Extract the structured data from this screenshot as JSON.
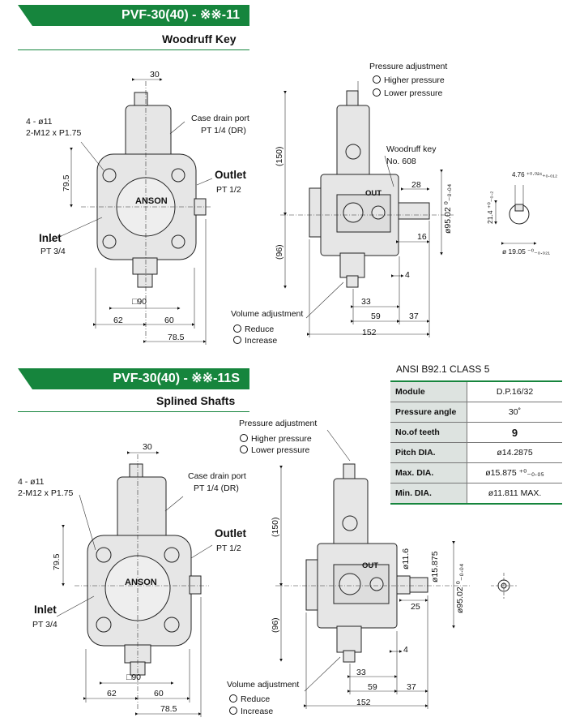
{
  "section1": {
    "title": "PVF-30(40) - ※※-11",
    "subtitle": "Woodruff Key",
    "brand": "ANSON",
    "out": "OUT",
    "pressure_adjustment": "Pressure adjustment",
    "higher_pressure": "Higher pressure",
    "lower_pressure": "Lower pressure",
    "case_drain_port": "Case drain port",
    "case_drain_size": "PT 1/4 (DR)",
    "bolt_holes": "4 - ø11",
    "thread": "2-M12 x P1.75",
    "outlet": "Outlet",
    "outlet_size": "PT 1/2",
    "inlet": "Inlet",
    "inlet_size": "PT 3/4",
    "woodruff_key": "Woodruff key",
    "woodruff_no": "No. 608",
    "volume_adjustment": "Volume adjustment",
    "reduce": "Reduce",
    "increase": "Increase",
    "dims": {
      "d30": "30",
      "d79_5": "79.5",
      "sq90": "□90",
      "d62": "62",
      "d60": "60",
      "d78_5": "78.5",
      "d150": "(150)",
      "d96": "(96)",
      "d28": "28",
      "d16": "16",
      "d4": "4",
      "d33": "33",
      "d59": "59",
      "d37": "37",
      "d152": "152",
      "dia95": "ø95.02 ⁰₋₀.₀₄",
      "key_w": "4.76 ⁺⁰·⁰²⁴₊₀.₀₁₂",
      "key_h": "21.4 ⁺⁰₋₀.₂",
      "shaft_dia": "ø 19.05 ⁻⁰₋₀.₀₂₁"
    }
  },
  "section2": {
    "title": "PVF-30(40) - ※※-11S",
    "subtitle": "Splined Shafts",
    "brand": "ANSON",
    "out": "OUT",
    "pressure_adjustment": "Pressure adjustment",
    "higher_pressure": "Higher pressure",
    "lower_pressure": "Lower pressure",
    "case_drain_port": "Case drain port",
    "case_drain_size": "PT 1/4 (DR)",
    "bolt_holes": "4 - ø11",
    "thread": "2-M12 x P1.75",
    "outlet": "Outlet",
    "outlet_size": "PT 1/2",
    "inlet": "Inlet",
    "inlet_size": "PT 3/4",
    "volume_adjustment": "Volume adjustment",
    "reduce": "Reduce",
    "increase": "Increase",
    "dims": {
      "d30": "30",
      "d79_5": "79.5",
      "sq90": "□90",
      "d62": "62",
      "d60": "60",
      "d78_5": "78.5",
      "d150": "(150)",
      "d96": "(96)",
      "d25": "25",
      "d4": "4",
      "d33": "33",
      "d59": "59",
      "d37": "37",
      "d152": "152",
      "dia11_6": "ø11.6",
      "dia15_875": "ø15.875",
      "dia95": "ø95.02 ⁰₋₀.₀₄"
    }
  },
  "ansi": {
    "title": "ANSI B92.1 CLASS 5",
    "rows": [
      {
        "k": "Module",
        "v": "D.P.16/32"
      },
      {
        "k": "Pressure angle",
        "v": "30˚"
      },
      {
        "k": "No.of teeth",
        "v": "9"
      },
      {
        "k": "Pitch DIA.",
        "v": "ø14.2875"
      },
      {
        "k": "Max. DIA.",
        "v": "ø15.875 ⁺⁰₋₀.₀₅"
      },
      {
        "k": "Min. DIA.",
        "v": "ø11.811 MAX."
      }
    ]
  }
}
